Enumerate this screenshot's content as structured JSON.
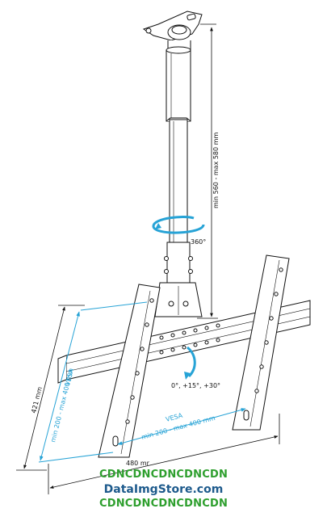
{
  "dimensions": {
    "height_range": "min 560 - max 580 mm",
    "rotation": "360°",
    "tilt": "0°, +15°, +30°",
    "vesa_vertical_label": "VESA",
    "vesa_vertical_range": "min 200 - max 400 mm",
    "bracket_height": "421 mm",
    "vesa_horizontal_label": "VESA",
    "vesa_horizontal_range": "min 200 - max 400 mm",
    "bracket_width": "480 mr"
  },
  "watermark": {
    "line1": "CDNCDNCDNCDNCDN",
    "line2": "DataImgStore.com",
    "line3": "CDNCDNCDNCDNCDN"
  },
  "colors": {
    "line": "#111111",
    "accent_blue": "#27a3d6",
    "watermark_green": "#2e9f2e",
    "watermark_blue": "#1d5a8c"
  }
}
